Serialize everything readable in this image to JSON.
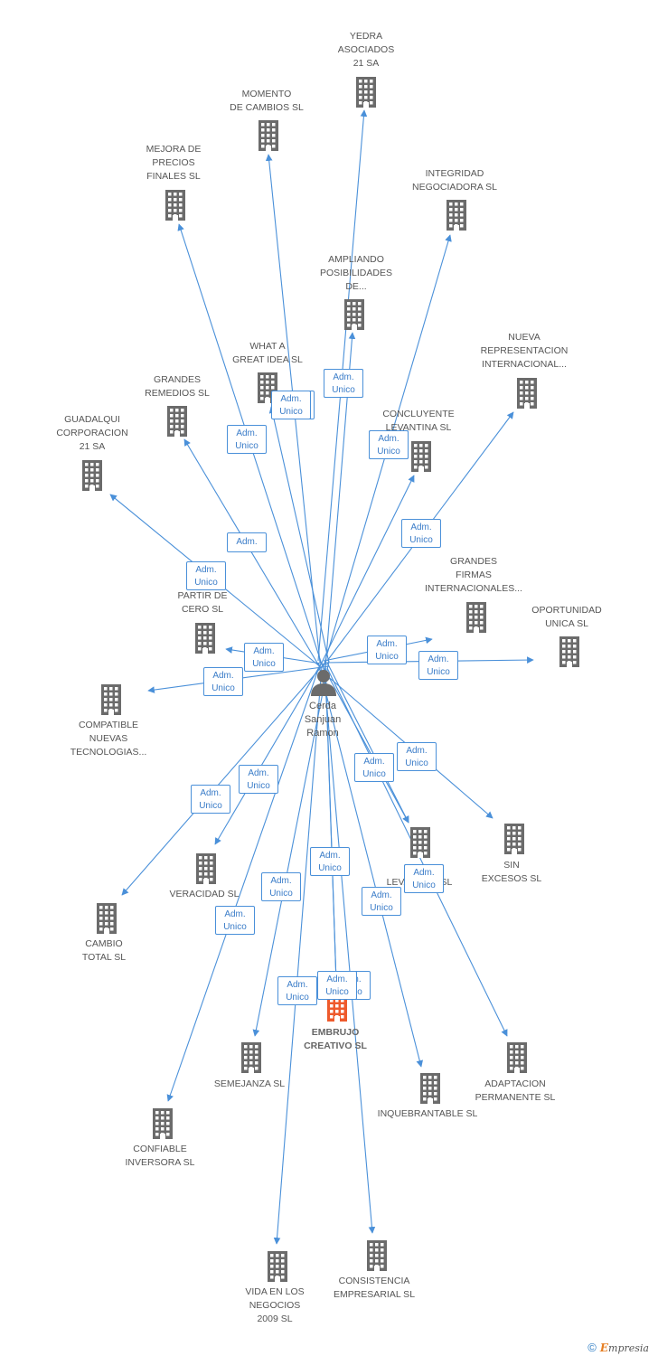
{
  "center": {
    "label": "Cerda\nSanjuan\nRamon"
  },
  "colors": {
    "edge": "#4a90d9",
    "building": "#6b6b6b",
    "focus_building": "#ee5a2c",
    "person": "#6b6b6b"
  },
  "companies": [
    {
      "id": "yedra",
      "label": "YEDRA\nASOCIADOS\n21 SA"
    },
    {
      "id": "momento",
      "label": "MOMENTO\nDE CAMBIOS SL"
    },
    {
      "id": "mejora",
      "label": "MEJORA DE\nPRECIOS\nFINALES SL"
    },
    {
      "id": "integridad",
      "label": "INTEGRIDAD\nNEGOCIADORA SL"
    },
    {
      "id": "ampliando",
      "label": "AMPLIANDO\nPOSIBILIDADES\nDE..."
    },
    {
      "id": "nueva",
      "label": "NUEVA\nREPRESENTACION\nINTERNACIONAL..."
    },
    {
      "id": "whatagreat",
      "label": "WHAT A\nGREAT IDEA SL"
    },
    {
      "id": "grandes_rem",
      "label": "GRANDES\nREMEDIOS SL"
    },
    {
      "id": "concluyente",
      "label": "CONCLUYENTE\nLEVANTINA SL"
    },
    {
      "id": "guadalqui",
      "label": "GUADALQUI\nCORPORACION\n21 SA"
    },
    {
      "id": "grandes_firmas",
      "label": "GRANDES\nFIRMAS\nINTERNACIONALES..."
    },
    {
      "id": "oportunidad",
      "label": "OPORTUNIDAD\nUNICA SL"
    },
    {
      "id": "partir",
      "label": "PARTIR DE\nCERO SL"
    },
    {
      "id": "compatible",
      "label": "COMPATIBLE\nNUEVAS\nTECNOLOGIAS..."
    },
    {
      "id": "sin_excesos",
      "label": "SIN\nEXCESOS SL"
    },
    {
      "id": "todo_lev",
      "label": "TODO\nLEVANTINA SL"
    },
    {
      "id": "veracidad",
      "label": "VERACIDAD SL"
    },
    {
      "id": "cambio",
      "label": "CAMBIO\nTOTAL SL"
    },
    {
      "id": "embrujo",
      "label": "EMBRUJO\nCREATIVO SL",
      "focus": true
    },
    {
      "id": "adaptacion",
      "label": "ADAPTACION\nPERMANENTE SL"
    },
    {
      "id": "semejanza",
      "label": "SEMEJANZA SL"
    },
    {
      "id": "inquebrantable",
      "label": "INQUEBRANTABLE SL"
    },
    {
      "id": "confiable",
      "label": "CONFIABLE\nINVERSORA SL"
    },
    {
      "id": "vida",
      "label": "VIDA EN LOS\nNEGOCIOS\n2009 SL"
    },
    {
      "id": "consistencia",
      "label": "CONSISTENCIA\nEMPRESARIAL SL"
    }
  ],
  "edges": [
    {
      "to": "yedra",
      "role": "Adm.\nUnico"
    },
    {
      "to": "momento",
      "role": "Adm.\nUnico"
    },
    {
      "to": "mejora",
      "role": "Adm.\nUnico"
    },
    {
      "to": "integridad",
      "role": "Adm.\nUnico"
    },
    {
      "to": "ampliando",
      "role": "Adm.\nUnico"
    },
    {
      "to": "nueva",
      "role": "Adm.\nUnico"
    },
    {
      "to": "whatagreat",
      "role": "Adm.\nUnico"
    },
    {
      "to": "grandes_rem",
      "role": "Adm."
    },
    {
      "to": "concluyente",
      "role": "Adm.\nUnico"
    },
    {
      "to": "guadalqui",
      "role": "Adm.\nUnico"
    },
    {
      "to": "grandes_firmas",
      "role": "Adm.\nUnico"
    },
    {
      "to": "oportunidad",
      "role": "Adm.\nUnico"
    },
    {
      "to": "partir",
      "role": "Adm.\nUnico"
    },
    {
      "to": "compatible",
      "role": "Adm.\nUnico"
    },
    {
      "to": "sin_excesos",
      "role": "Adm.\nUnico"
    },
    {
      "to": "todo_lev",
      "role": "Adm.\nUnico"
    },
    {
      "to": "veracidad",
      "role": "Adm.\nUnico"
    },
    {
      "to": "cambio",
      "role": "Adm.\nUnico"
    },
    {
      "to": "embrujo",
      "role": "Adm.\nUnico"
    },
    {
      "to": "adaptacion",
      "role": "Adm.\nUnico"
    },
    {
      "to": "semejanza",
      "role": "Adm.\nUnico"
    },
    {
      "to": "inquebrantable",
      "role": "Adm.\nUnico"
    },
    {
      "to": "confiable",
      "role": "Adm.\nUnico"
    },
    {
      "to": "vida",
      "role": "Adm.\nUnico"
    },
    {
      "to": "consistencia",
      "role": "Adm.\nUnico"
    },
    {
      "to": "embrujo",
      "role": "Adm.\nUnico"
    },
    {
      "to": "todo_lev",
      "role": "Adm.\nUnico"
    }
  ],
  "footer": {
    "copyright": "©",
    "brand_initial": "E",
    "brand_rest": "mpresia"
  }
}
